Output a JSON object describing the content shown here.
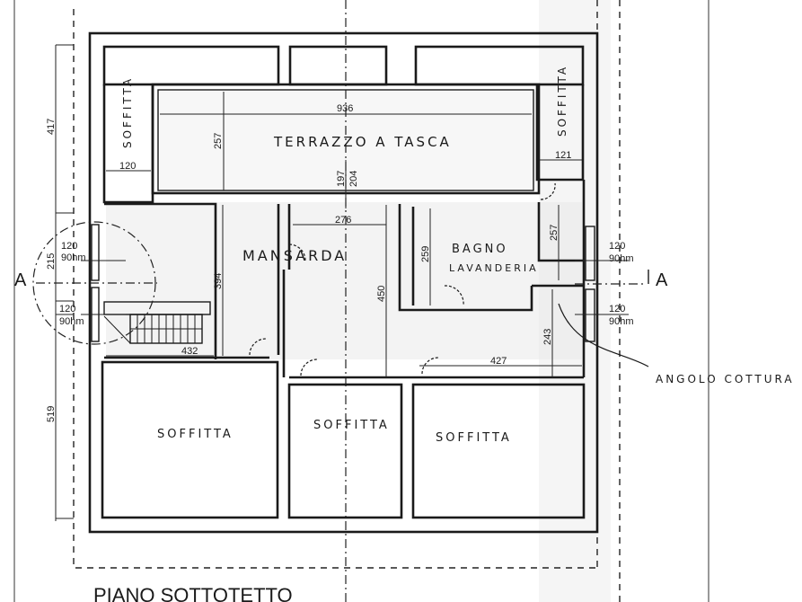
{
  "drawing": {
    "title": "PIANO SOTTOTETTO",
    "section_marker_left": "A",
    "section_marker_right": "A"
  },
  "rooms": {
    "terrazzo": "TERRAZZO A TASCA",
    "mansarda": "MANSARDA",
    "bagno_line1": "BAGNO",
    "bagno_line2": "LAVANDERIA",
    "soffitta_left_top": "SOFFITTA",
    "soffitta_right_top": "SOFFITTA",
    "soffitta_bottom_left": "SOFFITTA",
    "soffitta_bottom_center": "SOFFITTA",
    "soffitta_bottom_right": "SOFFITTA",
    "angolo_cottura": "ANGOLO COTTURA"
  },
  "dimensions": {
    "d417": "417",
    "d215": "215",
    "d519": "519",
    "d936": "936",
    "d257_terrace": "257",
    "d120_left": "120",
    "d121_right": "121",
    "d197": "197",
    "d204": "204",
    "d276": "276",
    "d394": "394",
    "d450": "450",
    "d259": "259",
    "d257_right": "257",
    "d243": "243",
    "d432": "432",
    "d427": "427"
  },
  "windows": {
    "left_upper_width": "120",
    "left_upper_height": "90hm",
    "left_lower_width": "120",
    "left_lower_height": "90hm",
    "right_upper_width": "120",
    "right_upper_height": "90hm",
    "right_lower_width": "120",
    "right_lower_height": "90hm"
  }
}
